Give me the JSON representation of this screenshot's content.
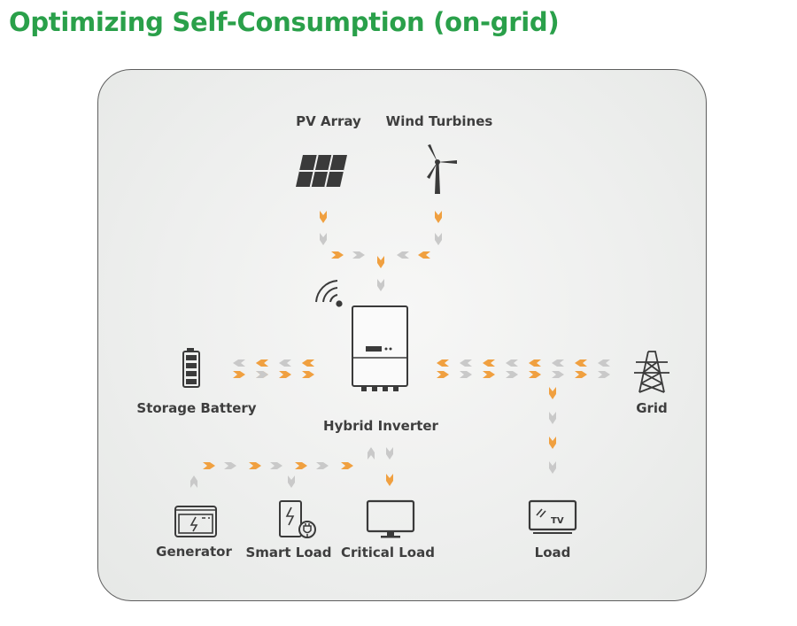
{
  "title": "Optimizing Self-Consumption (on-grid)",
  "nodes": {
    "pv_array": "PV Array",
    "wind_turbines": "Wind Turbines",
    "hybrid_inverter": "Hybrid Inverter",
    "storage_battery": "Storage Battery",
    "grid": "Grid",
    "generator": "Generator",
    "smart_load": "Smart Load",
    "critical_load": "Critical Load",
    "load": "Load"
  },
  "icons": {
    "pv_array": "solar-panel-icon",
    "wind_turbines": "wind-turbine-icon",
    "hybrid_inverter": "inverter-icon",
    "wifi": "wifi-icon",
    "storage_battery": "battery-icon",
    "grid": "transmission-tower-icon",
    "generator": "generator-icon",
    "smart_load": "smart-load-icon",
    "critical_load": "monitor-icon",
    "load": "tv-icon"
  },
  "load_tv_text": "TV",
  "colors": {
    "title": "#2aa04a",
    "arrow_orange": "#f0a040",
    "arrow_gray": "#c9c9c9",
    "icon": "#3a3a3a"
  }
}
